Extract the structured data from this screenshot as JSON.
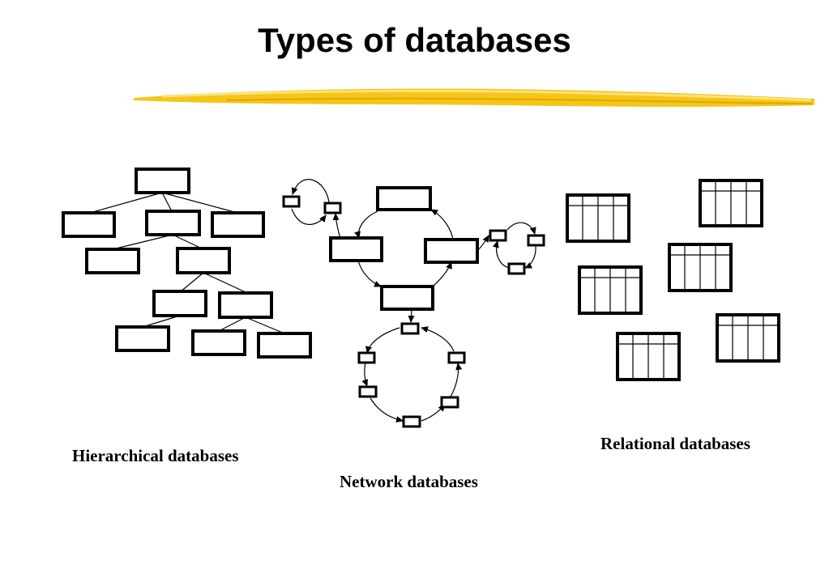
{
  "slide": {
    "title": "Types of databases"
  },
  "captions": {
    "hierarchical": "Hierarchical databases",
    "network": "Network databases",
    "relational": "Relational databases"
  },
  "colors": {
    "highlighter": "#f5c518",
    "highlighter_light": "#fbe27a",
    "ink": "#000000"
  }
}
